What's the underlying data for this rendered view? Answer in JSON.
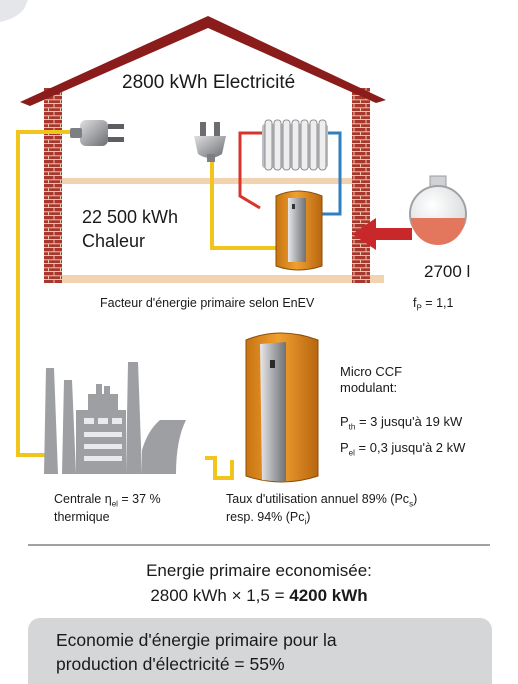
{
  "house": {
    "electricity": "2800 kWh Electricité",
    "heat_line1": "22 500 kWh",
    "heat_line2": "Chaleur",
    "tank_volume": "2700 l",
    "primary_factor_label": "Facteur d'énergie primaire selon EnEV",
    "fp_symbol": "f",
    "fp_sub": "P",
    "fp_value": " = 1,1"
  },
  "micro_ccf": {
    "line1": "Micro CCF",
    "line2": "modulant:",
    "pth_symbol": "P",
    "pth_sub": "th",
    "pth_value": " = 3  jusqu'à  19 kW",
    "pel_symbol": "P",
    "pel_sub": "el",
    "pel_value": " = 0,3 jusqu'à  2 kW"
  },
  "central": {
    "line1_a": "Centrale η",
    "line1_sub": "el",
    "line1_b": " = 37 %",
    "line2": "thermique"
  },
  "usage": {
    "line1_a": "Taux d'utilisation annuel 89% (Pc",
    "line1_sub": "s",
    "line1_b": ")",
    "line2_a": "resp. 94% (Pc",
    "line2_sub": "i",
    "line2_b": ")"
  },
  "savings": {
    "title": "Energie primaire economisée:",
    "calc": "2800 kWh × 1,5 = ",
    "result": "4200 kWh"
  },
  "banner": {
    "line1": "Economie d'énergie primaire pour la",
    "line2": "production d'électricité = 55%"
  },
  "colors": {
    "roof": "#8b1c1c",
    "brick": "#a8382e",
    "floor": "#f2d2b0",
    "cable": "#f2c51c",
    "pipe": "#2f7fc1",
    "unit_orange": "#d88718",
    "arrow": "#c8282a",
    "tank_fill": "#e2775e",
    "factory": "#9d9fa2",
    "banner_bg": "#d5d6d8"
  }
}
